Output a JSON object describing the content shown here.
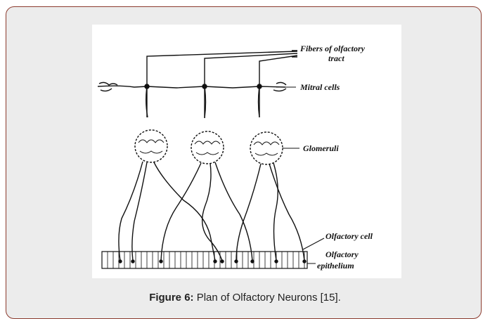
{
  "figure": {
    "labels": {
      "fibers_line1": "Fibers of olfactory",
      "fibers_line2": "tract",
      "mitral": "Mitral cells",
      "glomeruli": "Glomeruli",
      "olfactory_cell": "Olfactory cell",
      "epithelium_line1": "Olfactory",
      "epithelium_line2": "epithelium"
    }
  },
  "caption": {
    "label": "Figure 6:",
    "text": " Plan of Olfactory Neurons [15]."
  }
}
